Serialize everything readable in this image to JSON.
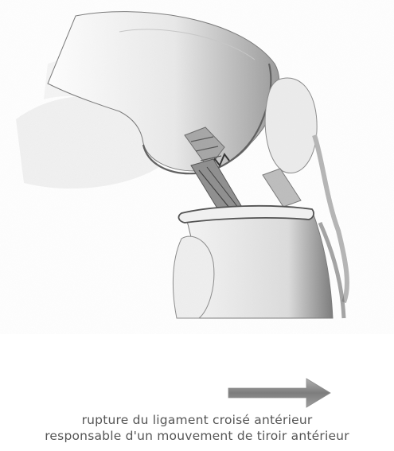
{
  "figure": {
    "caption_line_1": "rupture du ligament croisé antérieur",
    "caption_line_2": "responsable d'un mouvement de tiroir antérieur",
    "arrow_direction": "right",
    "colors": {
      "shading": "#8a8a8a",
      "outline": "#6e6e6e",
      "arrow": "#8c8c8c",
      "caption": "#555555",
      "background": "#ffffff"
    }
  }
}
